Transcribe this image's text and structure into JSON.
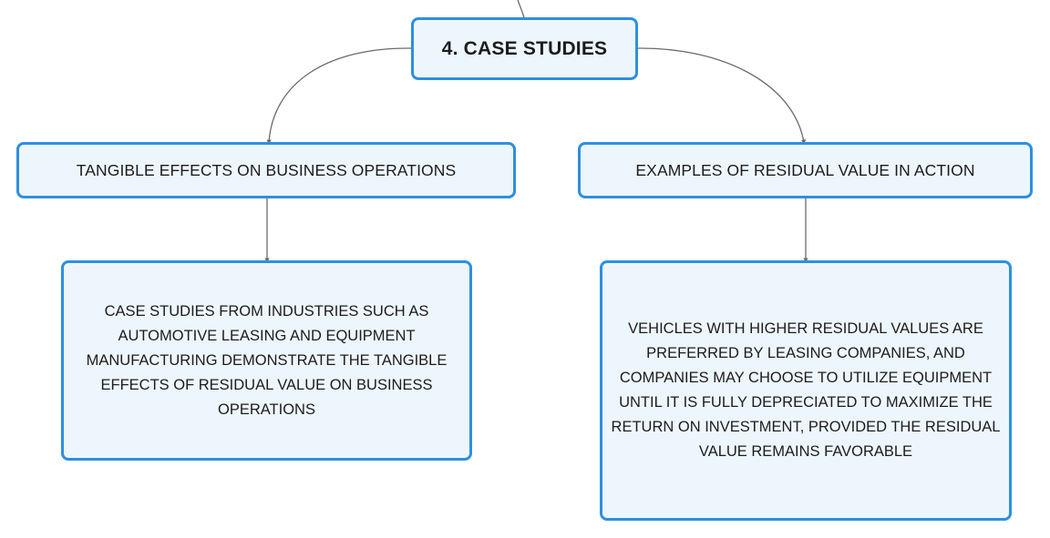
{
  "diagram": {
    "root": {
      "label": "4. CASE STUDIES"
    },
    "branches": [
      {
        "label": "TANGIBLE EFFECTS ON BUSINESS OPERATIONS",
        "detail": "CASE STUDIES FROM INDUSTRIES SUCH AS AUTOMOTIVE LEASING AND EQUIPMENT MANUFACTURING DEMONSTRATE THE TANGIBLE EFFECTS OF RESIDUAL VALUE ON BUSINESS OPERATIONS"
      },
      {
        "label": "EXAMPLES OF RESIDUAL VALUE IN ACTION",
        "detail": "VEHICLES WITH HIGHER RESIDUAL VALUES ARE PREFERRED BY LEASING COMPANIES, AND COMPANIES MAY CHOOSE TO UTILIZE EQUIPMENT UNTIL IT IS FULLY DEPRECIATED TO MAXIMIZE THE RETURN ON INVESTMENT, PROVIDED THE RESIDUAL VALUE REMAINS FAVORABLE"
      }
    ],
    "colors": {
      "node_border": "#2e8fe0",
      "node_fill": "#eef6fd",
      "connector": "#6b6b6b",
      "text": "#1c1c1c"
    }
  }
}
